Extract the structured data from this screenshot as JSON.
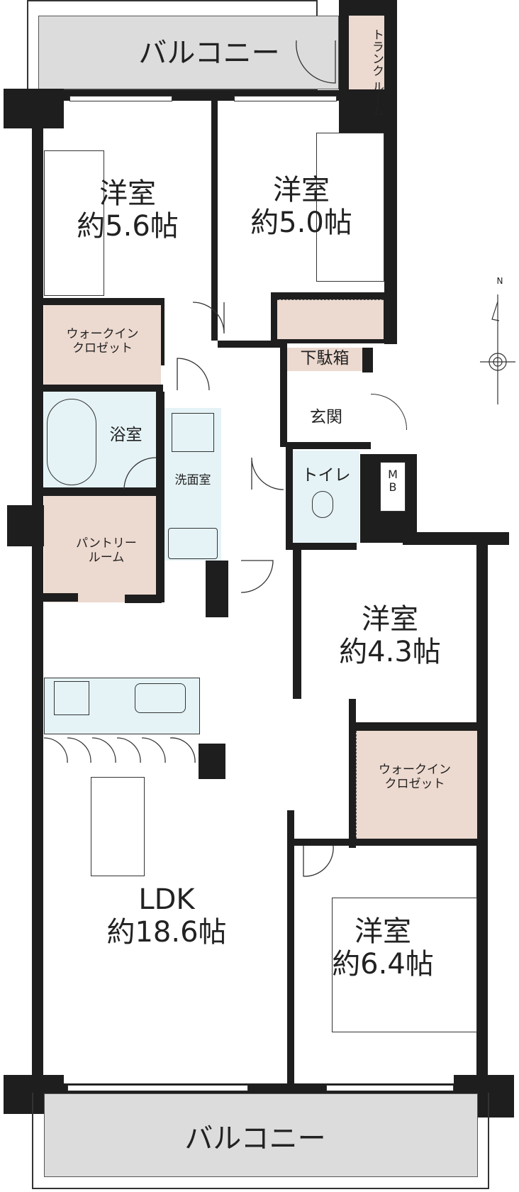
{
  "rooms": {
    "balcony_top": "バルコニー",
    "trunk_room": [
      "トランク",
      "ルーム"
    ],
    "western_1": {
      "name": "洋室",
      "size": "約5.6帖"
    },
    "western_2": {
      "name": "洋室",
      "size": "約5.0帖"
    },
    "wic_1": [
      "ウォークイン",
      "クロゼット"
    ],
    "shoe_box": "下駄箱",
    "entrance": "玄関",
    "bath": "浴室",
    "washroom": "洗面室",
    "toilet": "トイレ",
    "mb": [
      "M",
      "B"
    ],
    "pantry": [
      "パントリー",
      "ルーム"
    ],
    "western_3": {
      "name": "洋室",
      "size": "約4.3帖"
    },
    "wic_2": [
      "ウォークイン",
      "クロゼット"
    ],
    "ldk": {
      "name": "LDK",
      "size": "約18.6帖"
    },
    "western_4": {
      "name": "洋室",
      "size": "約6.4帖"
    },
    "balcony_bottom": "バルコニー"
  },
  "compass": {
    "north": "N"
  },
  "colors": {
    "wall": "#1e1e1e",
    "storage": "#ecd9cf",
    "wet": "#e5f3f6",
    "balcony": "#dcdcdc"
  }
}
